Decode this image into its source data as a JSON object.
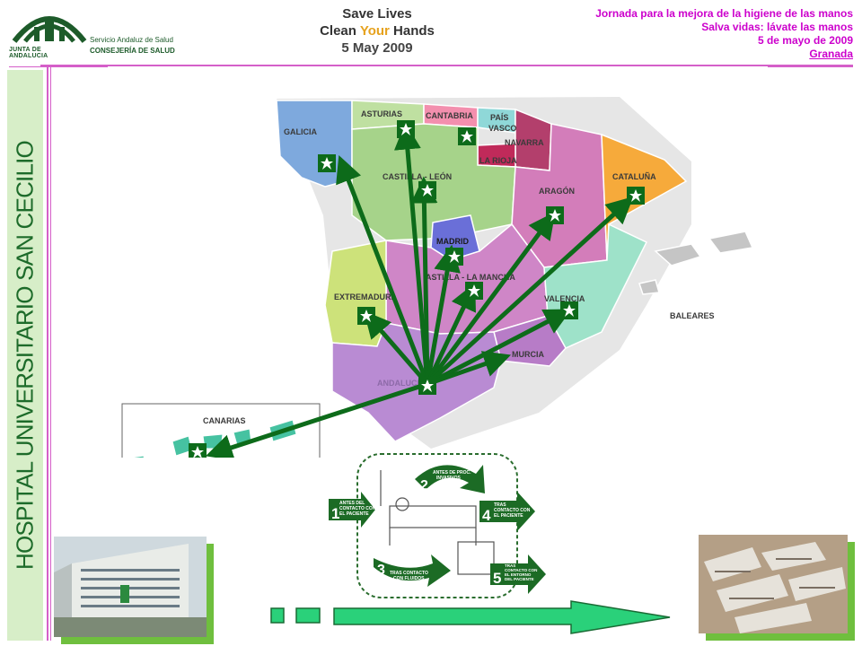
{
  "header": {
    "logo_junta": "JUNTA DE ANDALUCIA",
    "logo_sas_line1": "Servicio Andaluz de Salud",
    "logo_sas_line2": "CONSEJERÍA DE SALUD",
    "campaign_line1": "Save Lives",
    "campaign_line2_a": "Clean ",
    "campaign_line2_b": "Your",
    "campaign_line2_c": " Hands",
    "campaign_date": "5 May 2009",
    "event_title": "Jornada para la mejora de la higiene de las manos",
    "event_slogan": "Salva vidas: lávate las manos",
    "event_date": "5 de mayo de 2009",
    "event_place": "Granada"
  },
  "sidebar": {
    "hospital_name": "HOSPITAL UNIVERSITARIO SAN CECILIO"
  },
  "map": {
    "regions": {
      "galicia": "GALICIA",
      "asturias": "ASTURIAS",
      "cantabria": "CANTABRIA",
      "pais_vasco_1": "PAÍS",
      "pais_vasco_2": "VASCO",
      "navarra": "NAVARRA",
      "la_rioja": "LA RIOJA",
      "castilla_leon": "CASTILLA - LEÓN",
      "aragon": "ARAGÓN",
      "cataluna": "CATALUÑA",
      "madrid": "MADRID",
      "castilla_la_mancha": "ASTILLA - LA MANCHA",
      "extremadura": "EXTREMADURA",
      "valencia": "VALENCIA",
      "baleares": "BALEARES",
      "murcia": "MURCIA",
      "andalucia": "ANDALUCIA",
      "canarias": "CANARIAS"
    },
    "colors": {
      "arrow": "#0d6b1a",
      "star_fill": "#0d6b1a",
      "star_inner": "#ffffff"
    }
  },
  "moments": {
    "m1_num": "1",
    "m1_text": [
      "ANTES DEL",
      "CONTACTO CON",
      "EL PACIENTE"
    ],
    "m2_num": "2",
    "m2_text": [
      "ANTES DE PROC.",
      "INVASIVOS"
    ],
    "m3_num": "3",
    "m3_text": [
      "TRAS CONTACTO",
      "CON FLUIDOS"
    ],
    "m4_num": "4",
    "m4_text": [
      "TRAS",
      "CONTACTO CON",
      "EL PACIENTE"
    ],
    "m5_num": "5",
    "m5_text": [
      "TRAS",
      "CONTACTO CON",
      "EL ENTORNO",
      "DEL PACIENTE"
    ]
  }
}
